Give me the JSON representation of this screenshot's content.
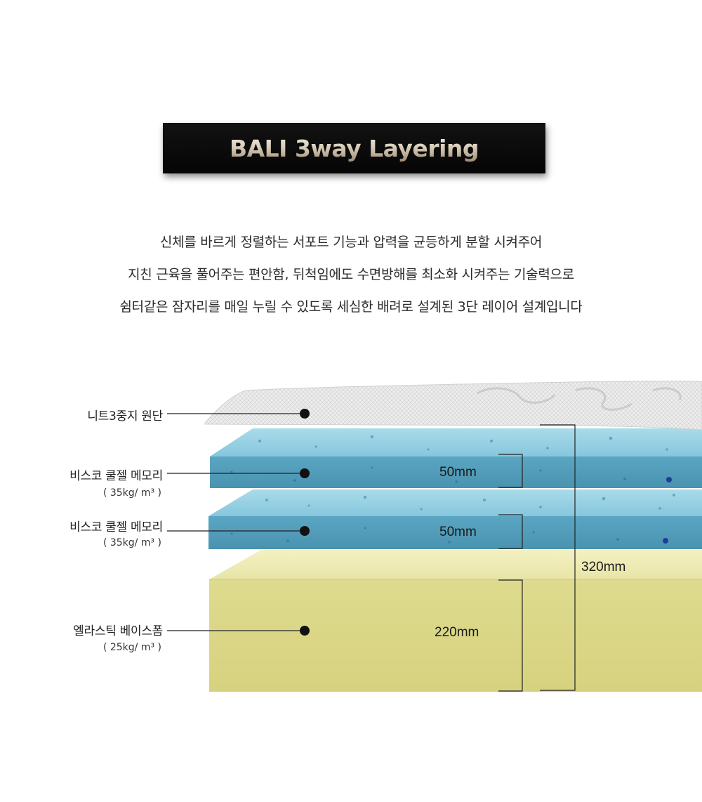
{
  "title": "BALI 3way Layering",
  "description": [
    "신체를 바르게 정렬하는 서포트 기능과 압력을 균등하게 분할 시켜주어",
    "지친 근육을 풀어주는 편안함, 뒤척임에도 수면방해를 최소화 시켜주는 기술력으로",
    "쉼터같은 잠자리를 매일 누릴 수 있도록 세심한 배려로 설계된 3단 레이어 설계입니다"
  ],
  "layers": [
    {
      "name": "니트3중지 원단",
      "spec": ""
    },
    {
      "name": "비스코 쿨젤 메모리",
      "spec": "( 35kg/ m³ )"
    },
    {
      "name": "비스코 쿨젤 메모리",
      "spec": "( 35kg/ m³ )"
    },
    {
      "name": "엘라스틱 베이스폼",
      "spec": "( 25kg/ m³ )"
    }
  ],
  "dimensions": {
    "gel_layer_1": "50mm",
    "gel_layer_2": "50mm",
    "base_foam": "220mm",
    "total": "320mm"
  },
  "colors": {
    "title_bg": "#0a0a0a",
    "gel_foam": "#6fb3cc",
    "base_foam": "#d9d888",
    "knit_fabric": "#ececec"
  }
}
